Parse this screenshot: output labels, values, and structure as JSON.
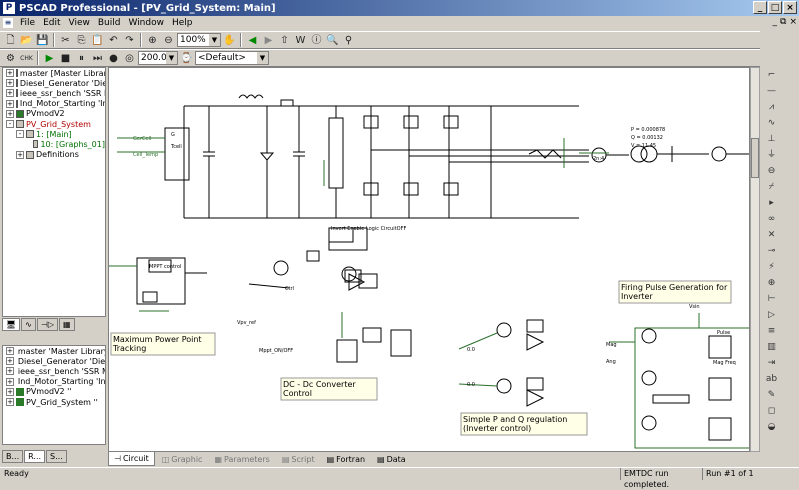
{
  "window": {
    "title": "PSCAD Professional - [PV_Grid_System: Main]",
    "min": "_",
    "max": "□",
    "close": "×"
  },
  "menu": [
    "File",
    "Edit",
    "View",
    "Build",
    "Window",
    "Help"
  ],
  "mdi_controls": [
    "_",
    "⧉",
    "×"
  ],
  "toolbar": {
    "zoom": "100%",
    "runtime": "200.0",
    "layer": "<Default>"
  },
  "tree": [
    {
      "label": "master [Master Library]",
      "expander": "+",
      "level": 0,
      "color": "#000"
    },
    {
      "label": "Diesel_Generator 'Dies",
      "expander": "+",
      "level": 0,
      "color": "#000"
    },
    {
      "label": "ieee_ssr_bench 'SSR M",
      "expander": "+",
      "level": 0,
      "color": "#000"
    },
    {
      "label": "Ind_Motor_Starting 'Indi",
      "expander": "+",
      "level": 0,
      "color": "#000"
    },
    {
      "label": "PVmodV2",
      "expander": "+",
      "level": 0,
      "color": "#000"
    },
    {
      "label": "PV_Grid_System",
      "expander": "-",
      "level": 0,
      "color": "#b00000"
    },
    {
      "label": "1: [Main]",
      "expander": "-",
      "level": 1,
      "color": "#007000"
    },
    {
      "label": "10: [Graphs_01]",
      "expander": "",
      "level": 2,
      "color": "#007000"
    },
    {
      "label": "Definitions",
      "expander": "+",
      "level": 1,
      "color": "#000"
    }
  ],
  "tree2": [
    {
      "label": "master 'Master Library'"
    },
    {
      "label": "Diesel_Generator 'Dies"
    },
    {
      "label": "ieee_ssr_bench 'SSR M"
    },
    {
      "label": "Ind_Motor_Starting 'Indi"
    },
    {
      "label": "PVmodV2 ''"
    },
    {
      "label": "PV_Grid_System ''"
    }
  ],
  "panel_tabs_bottom": [
    "B...",
    "R...",
    "S..."
  ],
  "canvas": {
    "labels": {
      "mppt": "Maximum Power Point Tracking",
      "dcdc": "DC - Dc Converter Control",
      "pq": "Simple P and Q regulation (Inverter control)",
      "firing": "Firing Pulse Generation for Inverter",
      "meter_p": "P = 0.000878",
      "meter_q": "Q = 0.00132",
      "meter_v": "V = 11.45",
      "mppt_block": "MPPT control",
      "logic": "Invert Enable Logic CircuitOFF",
      "ipv_ref": "Vpv_ref",
      "mppt_onoff": "Mppt_ON/OFF",
      "ctrl": "Ctrl",
      "setp1": "0.0",
      "setp2": "0.0",
      "vsin": "Vsin",
      "mag": "Mag",
      "ang": "Ang",
      "pulse": "Pulse",
      "mag_freq": "Mag Freq",
      "trf": "2n:4"
    }
  },
  "bottom_tabs": [
    "Circuit",
    "Graphic",
    "Parameters",
    "Script",
    "Fortran",
    "Data"
  ],
  "status": {
    "left": "Ready",
    "msg": "EMTDC run completed.",
    "run": "Run #1 of 1"
  }
}
